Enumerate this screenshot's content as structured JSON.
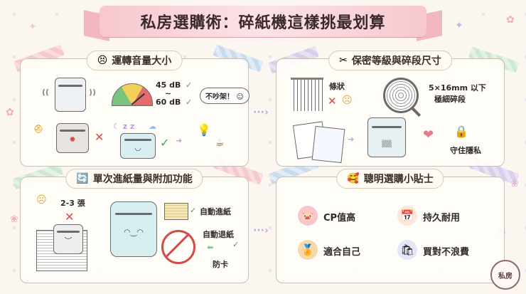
{
  "title": "私房選購術：碎紙機這樣挑最划算",
  "stamp": "私房",
  "panels": {
    "noise": {
      "heading": "運轉音量大小",
      "db_high": "45 dB",
      "db_tilde": "~",
      "db_low": "60 dB",
      "speech": "不吵架！",
      "icon": "face-icon"
    },
    "security": {
      "heading": "保密等級與碎段尺寸",
      "strip_label": "條狀",
      "cross_cut_label": "5×16mm 以下",
      "cross_cut_sub": "極細碎段",
      "privacy_label": "守住隱私",
      "icon": "scissors-icon"
    },
    "capacity": {
      "heading": "單次進紙量與附加功能",
      "sheets_label": "2-3 張",
      "auto_feed": "自動進紙",
      "auto_reverse": "自動退紙",
      "anti_jam": "防卡",
      "icon": "refresh-icon"
    },
    "tips": {
      "heading": "聰明選購小貼士",
      "items": [
        {
          "label": "CP值高",
          "icon": "piggy-bank-icon"
        },
        {
          "label": "持久耐用",
          "icon": "calendar-icon"
        },
        {
          "label": "適合自己",
          "icon": "medal-icon"
        },
        {
          "label": "買對不浪費",
          "icon": "shopping-bag-icon"
        }
      ],
      "icon": "heart-face-icon"
    }
  }
}
